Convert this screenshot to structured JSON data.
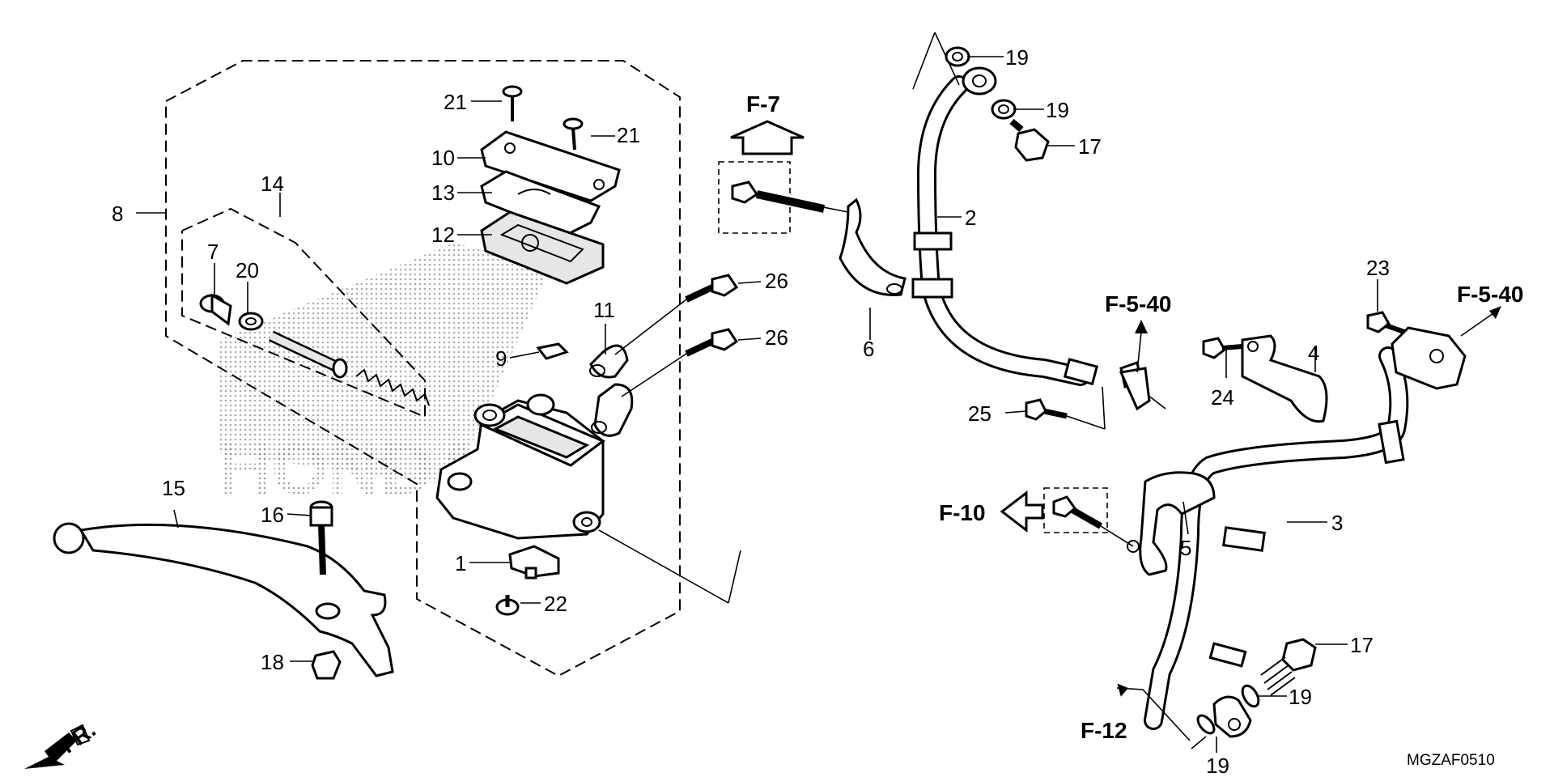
{
  "callouts": {
    "c1": "1",
    "c2": "2",
    "c3": "3",
    "c4": "4",
    "c5": "5",
    "c6": "6",
    "c7": "7",
    "c8": "8",
    "c9": "9",
    "c10": "10",
    "c11": "11",
    "c12": "12",
    "c13": "13",
    "c14": "14",
    "c15": "15",
    "c16": "16",
    "c17a": "17",
    "c17b": "17",
    "c18": "18",
    "c19a": "19",
    "c19b": "19",
    "c19c": "19",
    "c19d": "19",
    "c20": "20",
    "c21a": "21",
    "c21b": "21",
    "c22": "22",
    "c23": "23",
    "c24": "24",
    "c25": "25",
    "c26a": "26",
    "c26b": "26"
  },
  "refs": {
    "f7": "F-7",
    "f540a": "F-5-40",
    "f540b": "F-5-40",
    "f10": "F-10",
    "f12": "F-12"
  },
  "front_label": "FR.",
  "diagram_code": "MGZAF0510",
  "watermark": "HONDA"
}
